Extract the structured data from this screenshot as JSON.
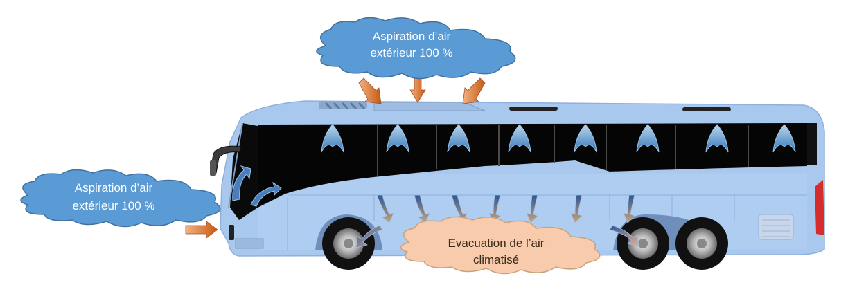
{
  "labels": {
    "roof_intake": {
      "line1": "Aspiration d’air",
      "line2": "extérieur 100 %"
    },
    "front_intake": {
      "line1": "Aspiration d’air",
      "line2": "extérieur 100 %"
    },
    "exhaust": {
      "line1": "Evacuation de l’air",
      "line2": "climatisé"
    }
  },
  "colors": {
    "bus_body": "#a9c8ee",
    "bus_outline": "#8eb0da",
    "windows": "#050505",
    "intake_cloud": "#5b9bd5",
    "exhaust_cloud": "#f8cbad",
    "intake_arrow": "#e07b39",
    "airflow_arrow": "#4a7ebb"
  },
  "icons": {
    "intake": "orange-arrow-icon",
    "airflow": "blue-flame-airflow-icon",
    "exhaust": "curved-exhaust-arrow-icon"
  }
}
